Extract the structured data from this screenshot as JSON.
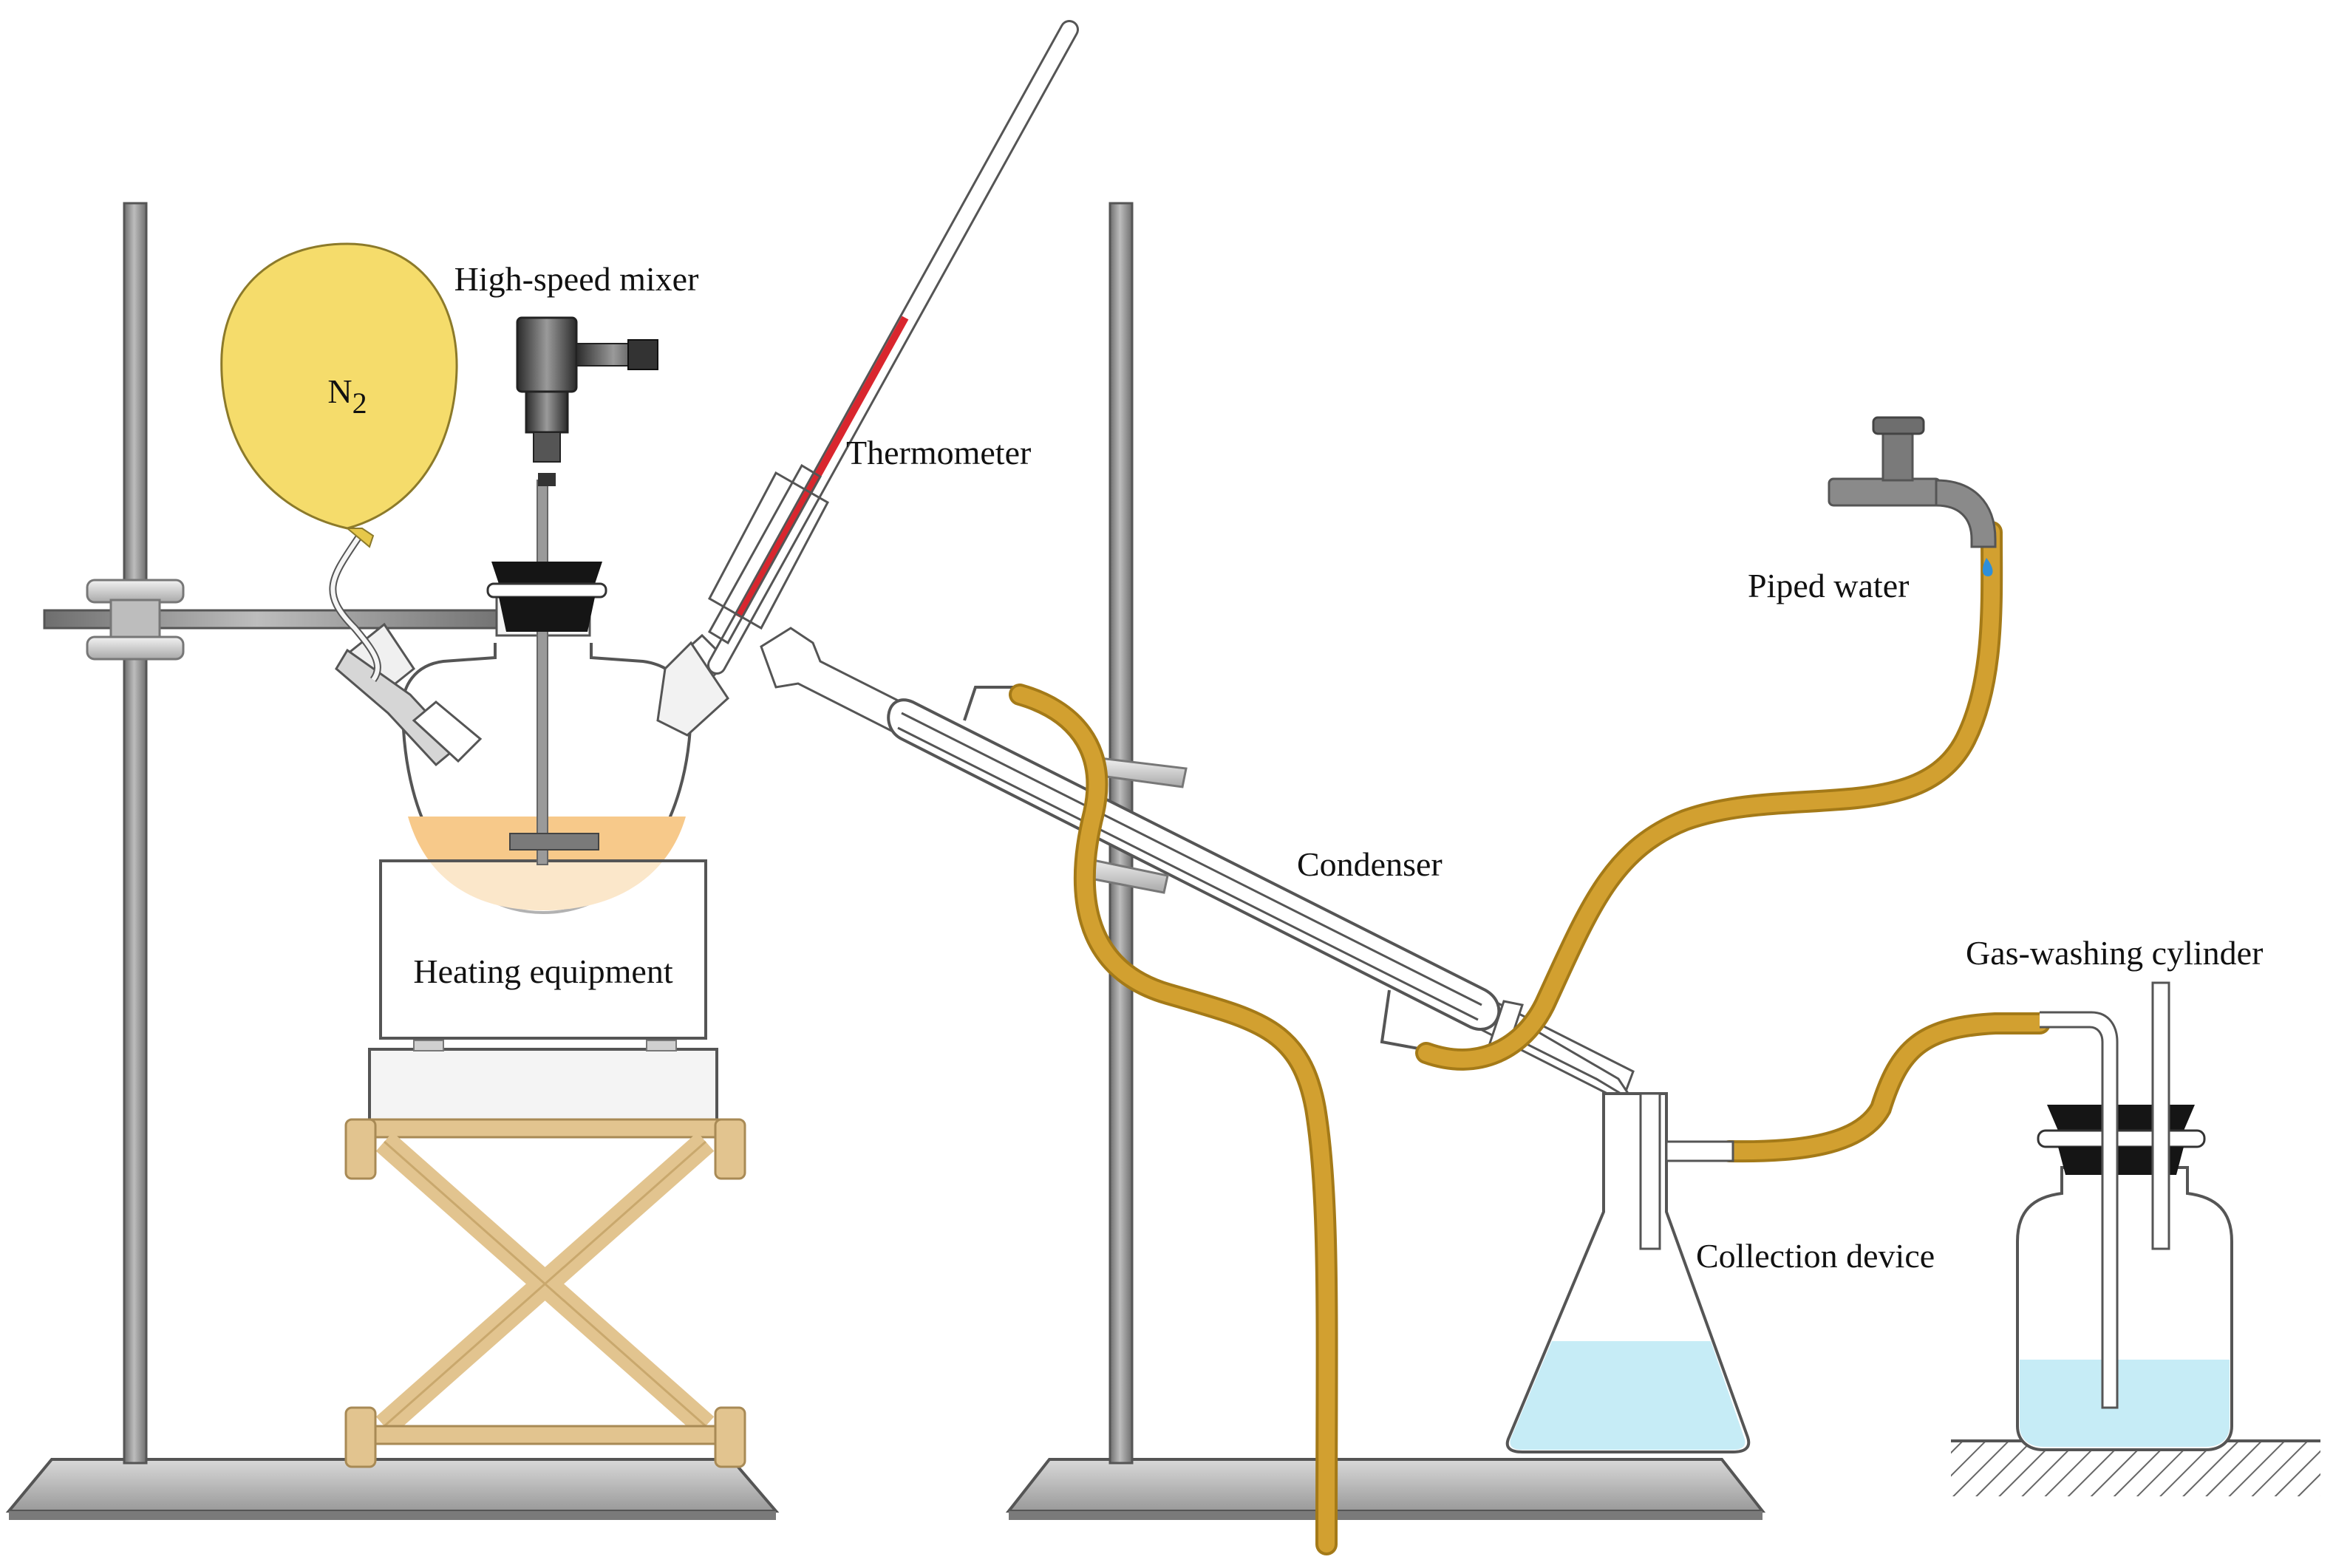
{
  "diagram": {
    "labels": {
      "mixer": "High-speed mixer",
      "thermometer": "Thermometer",
      "piped_water": "Piped water",
      "condenser": "Condenser",
      "heating": "Heating equipment",
      "gas_washing": "Gas-washing cylinder",
      "collection": "Collection device"
    },
    "balloon": {
      "text": "N",
      "subscript": "2"
    },
    "colors": {
      "balloon": "#f5dc6b",
      "tubing": "#d2a030",
      "reaction_liquid": "#f7c98a",
      "collected_liquid": "#c6ecf6",
      "stand_metal": "#8a8a8a",
      "stopper": "#151515",
      "thermometer_liquid": "#d9262e",
      "lab_jack_wood": "#e2c48f"
    }
  }
}
